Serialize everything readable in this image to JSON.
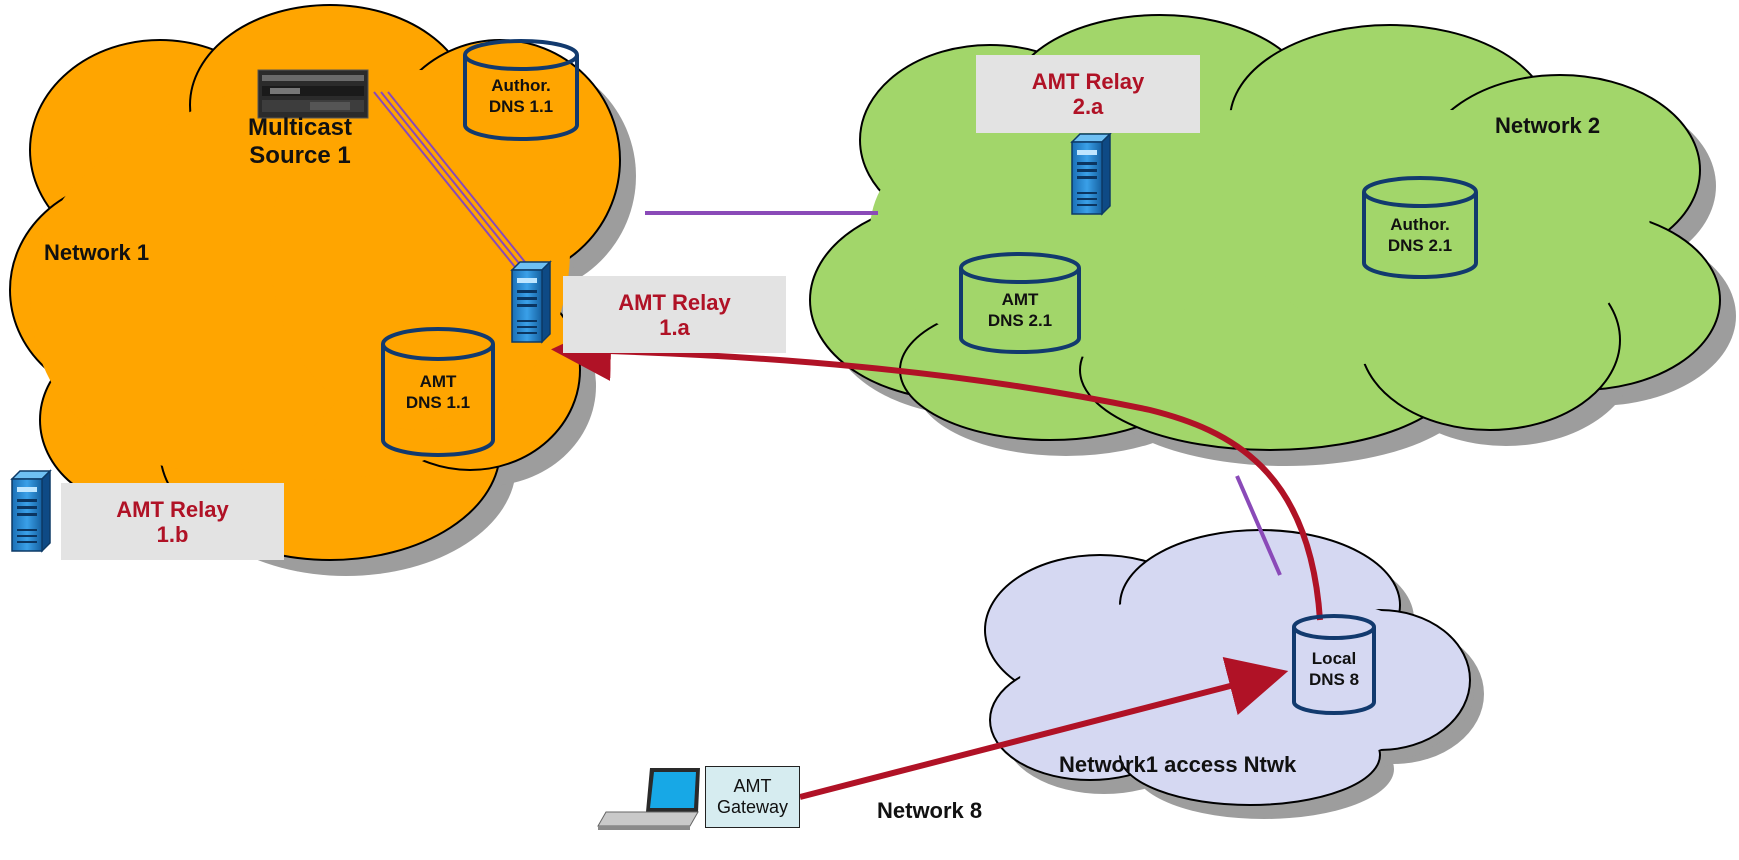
{
  "networks": {
    "n1": "Network 1",
    "n2": "Network 2",
    "access": "Network1 access Ntwk",
    "n8": "Network 8"
  },
  "source": {
    "line1": "Multicast",
    "line2": "Source 1"
  },
  "relays": {
    "r1a": {
      "line1": "AMT Relay",
      "line2": "1.a"
    },
    "r1b": {
      "line1": "AMT Relay",
      "line2": "1.b"
    },
    "r2a": {
      "line1": "AMT Relay",
      "line2": "2.a"
    }
  },
  "databases": {
    "auth11": {
      "line1": "Author.",
      "line2": "DNS 1.1"
    },
    "amt11": {
      "line1": "AMT",
      "line2": "DNS 1.1"
    },
    "auth21": {
      "line1": "Author.",
      "line2": "DNS 2.1"
    },
    "amt21": {
      "line1": "AMT",
      "line2": "DNS 2.1"
    },
    "local8": {
      "line1": "Local",
      "line2": "DNS 8"
    }
  },
  "gateway": {
    "line1": "AMT",
    "line2": "Gateway"
  },
  "colors": {
    "network1": "#ffa500",
    "network2": "#a2d66a",
    "access": "#d5d8f2",
    "relay_text": "#b01226",
    "arrow": "#b01226",
    "link": "#8a4ab8",
    "db_stroke": "#123a6e"
  },
  "icons": [
    "server-icon",
    "database-icon",
    "laptop-icon",
    "rack-icon"
  ]
}
